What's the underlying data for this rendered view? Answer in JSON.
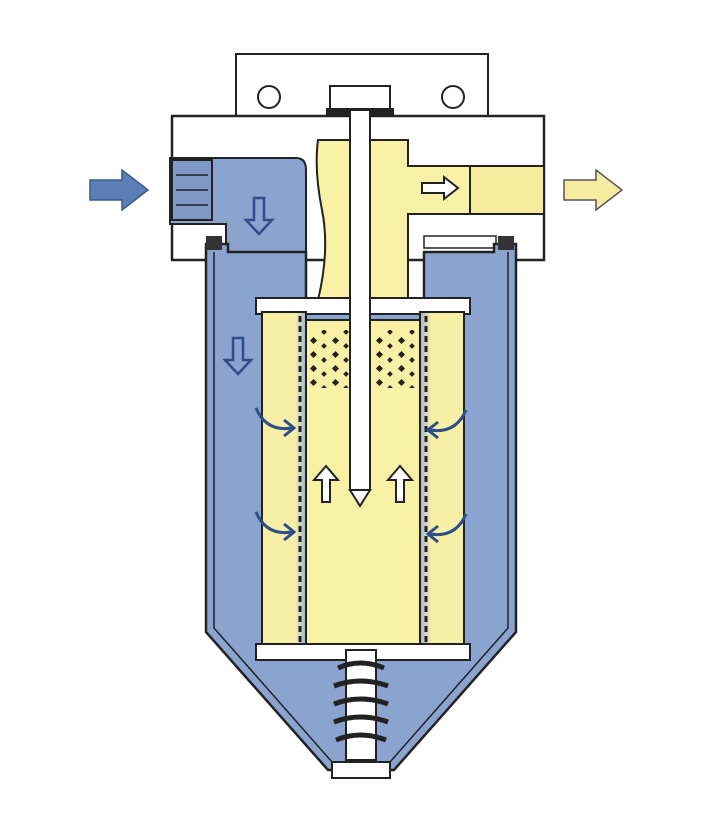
{
  "diagram": {
    "type": "filter-cross-section",
    "colors": {
      "unfiltered_fluid": "#8ba4cf",
      "filtered_fluid": "#f8f0a4",
      "filter_media_core": "#f3e9a0",
      "housing": "#ffffff",
      "outline": "#222222",
      "inlet_arrow": "#5b7fb6",
      "outlet_arrow": "#f6eca0"
    },
    "flow_arrows": {
      "inlet": "arrow-right",
      "outlet": "arrow-right",
      "down_inflow": "arrow-down",
      "radial_inflow": "curved-arrow-inward",
      "core_upflow": "arrow-up",
      "head_outflow": "arrow-right"
    }
  }
}
